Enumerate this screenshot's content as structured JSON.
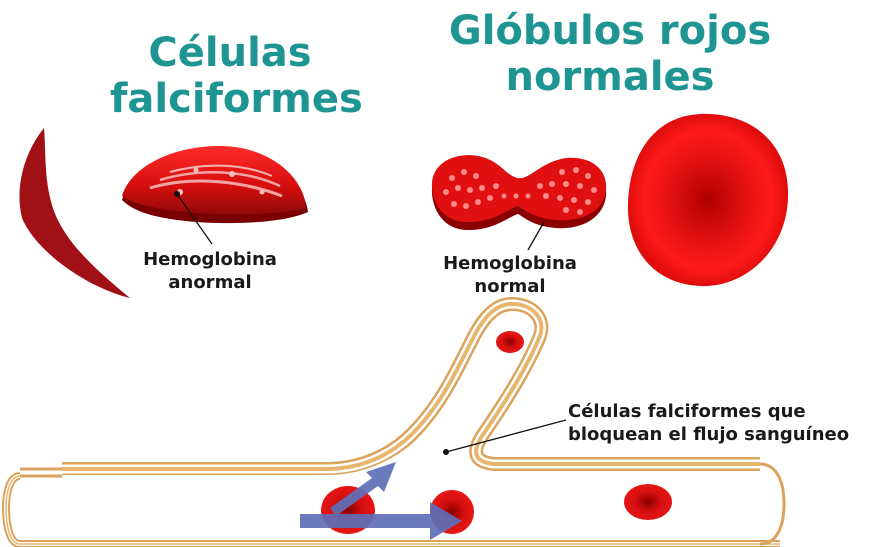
{
  "titles": {
    "sickle": "Células falciformes",
    "normal": "Glóbulos rojos normales"
  },
  "labels": {
    "abnormal_hemoglobin": "Hemoglobina anormal",
    "normal_hemoglobin": "Hemoglobina normal",
    "blocked_flow": "Células falciformes que bloquean el flujo sanguíneo"
  },
  "colors": {
    "title": "#1f9593",
    "blood_red": "#d40d0d",
    "dark_red": "#a50f12",
    "vessel_wall": "#d9a35a",
    "flow_arrow": "#5e6fb8"
  }
}
